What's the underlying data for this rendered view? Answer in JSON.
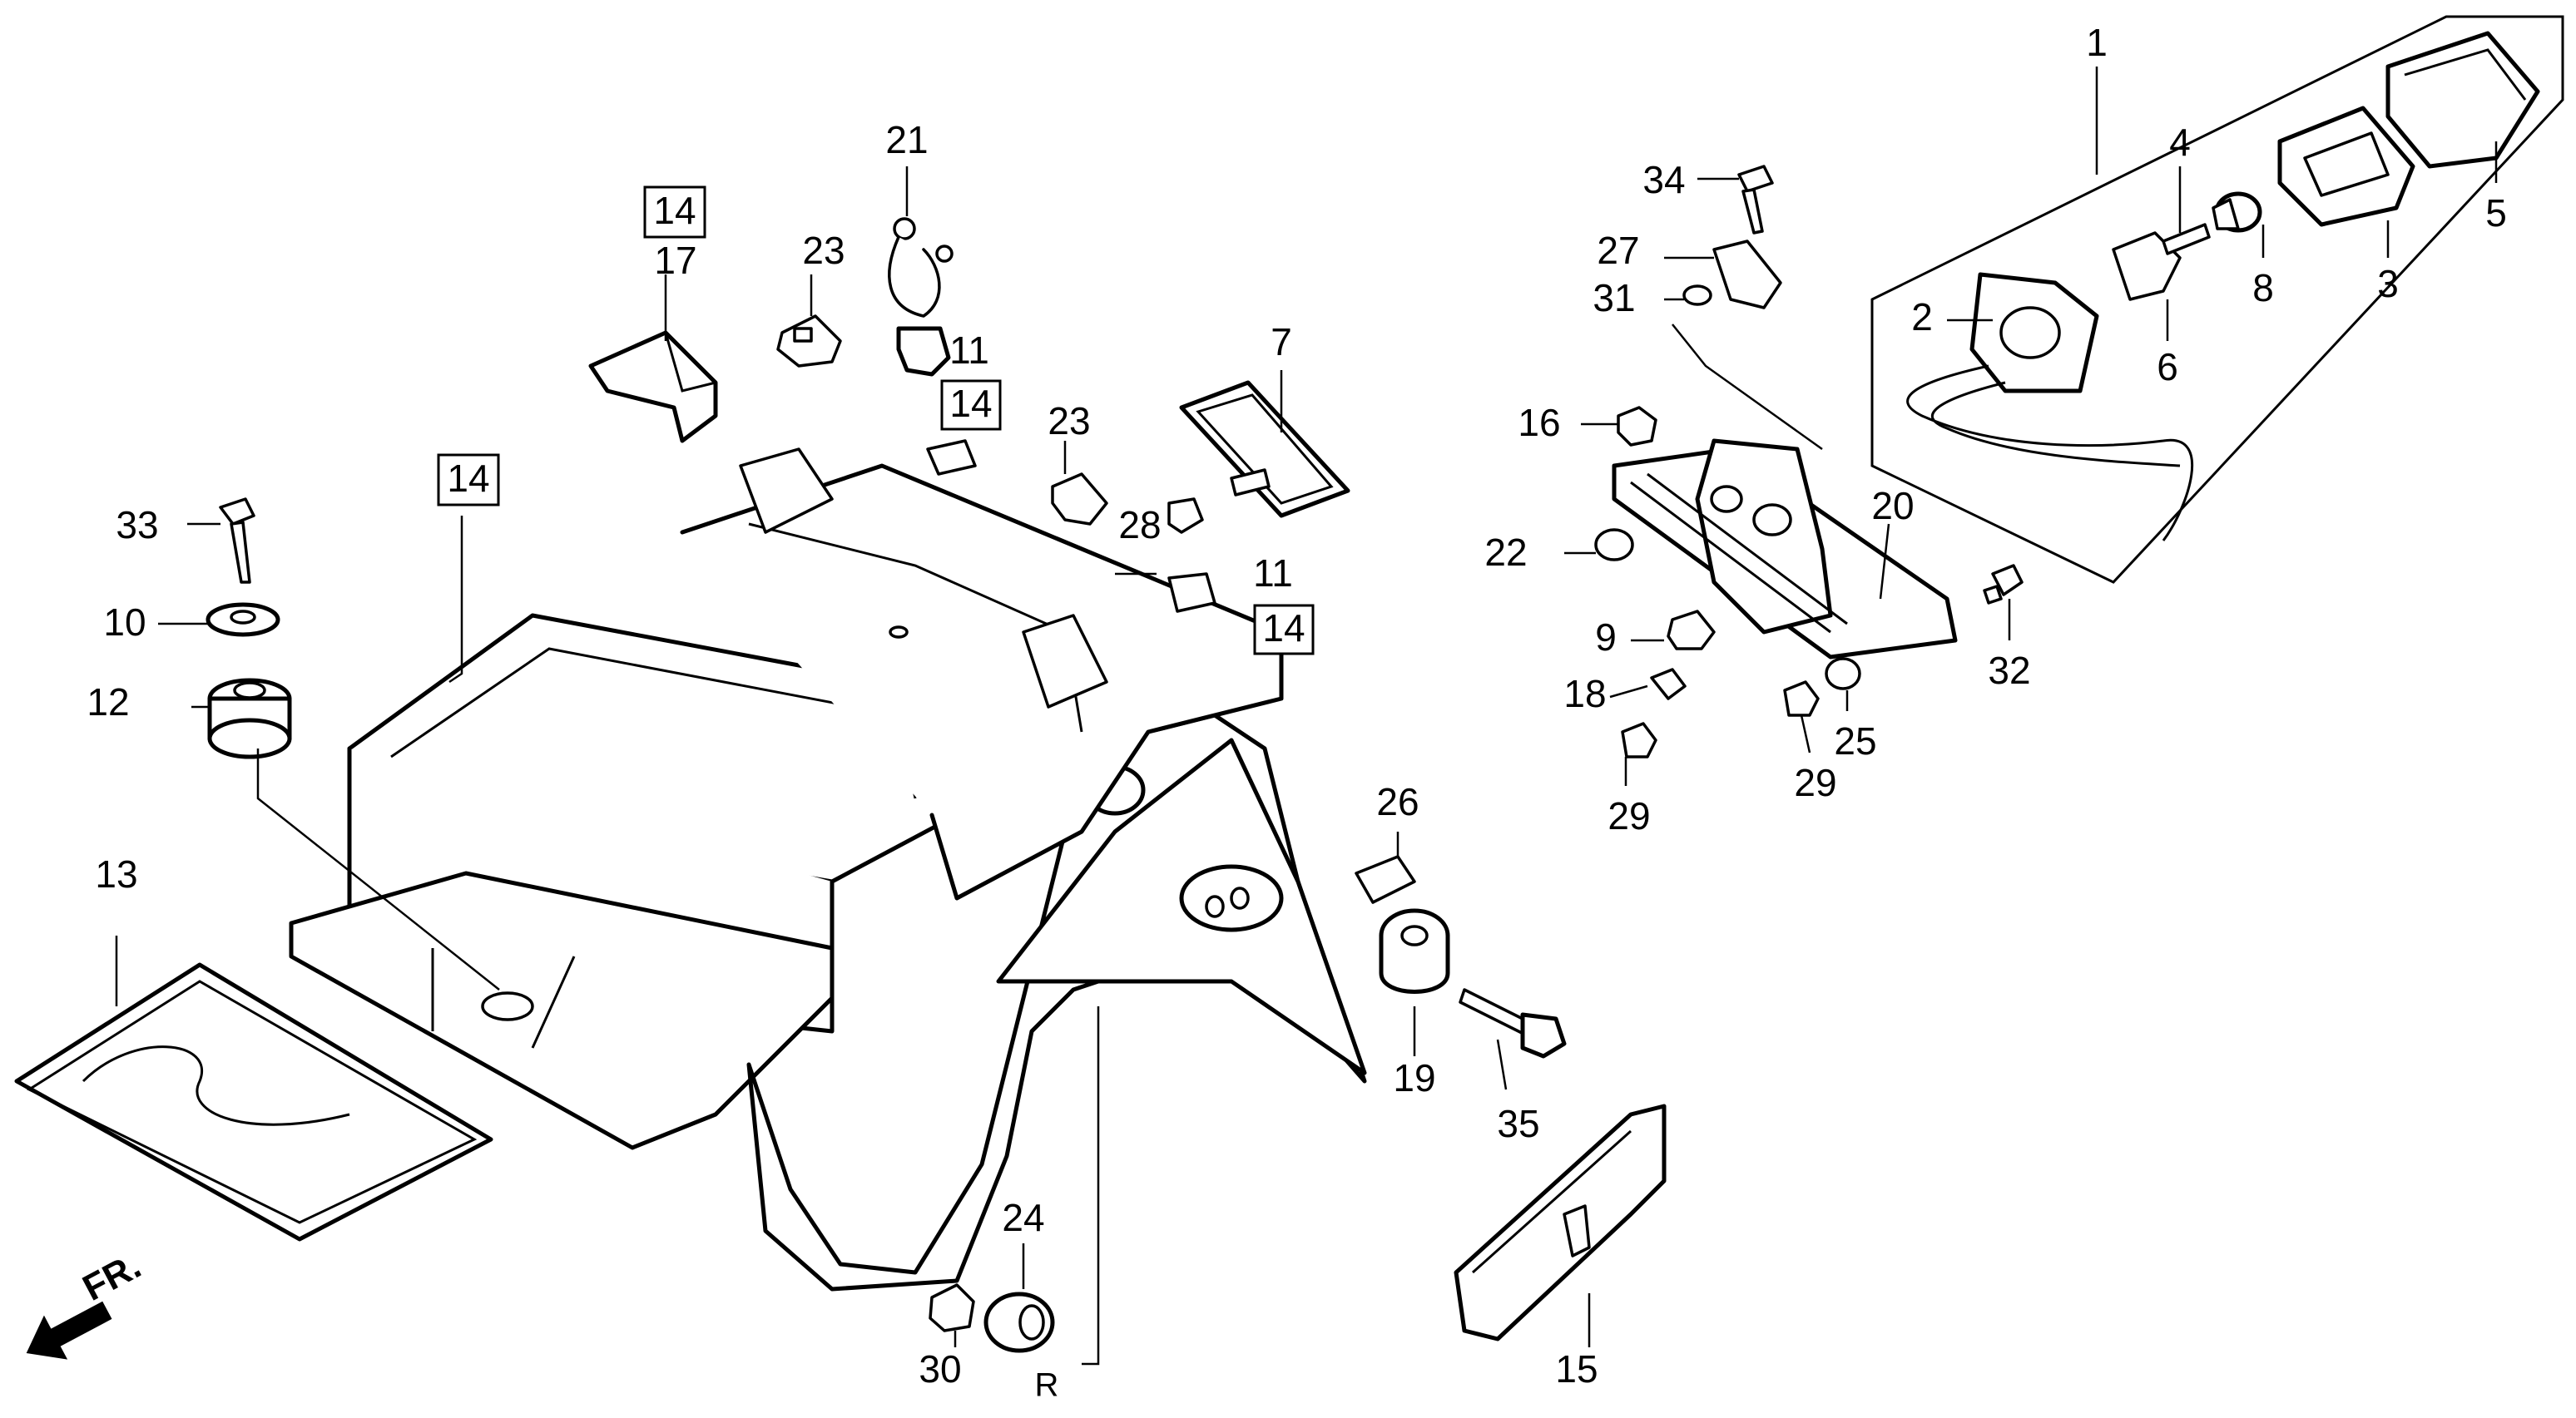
{
  "diagram": {
    "front_label": "FR.",
    "rear_label": "R",
    "callouts": {
      "c1": "1",
      "c2": "2",
      "c3": "3",
      "c4": "4",
      "c5": "5",
      "c6": "6",
      "c7": "7",
      "c8": "8",
      "c9": "9",
      "c10": "10",
      "c11a": "11",
      "c11b": "11",
      "c12": "12",
      "c13": "13",
      "c14a": "14",
      "c14b": "14",
      "c14c": "14",
      "c14d": "14",
      "c15": "15",
      "c16": "16",
      "c17": "17",
      "c18": "18",
      "c19": "19",
      "c20": "20",
      "c21": "21",
      "c22": "22",
      "c23a": "23",
      "c23b": "23",
      "c24": "24",
      "c25": "25",
      "c26": "26",
      "c27": "27",
      "c28": "28",
      "c29a": "29",
      "c29b": "29",
      "c30": "30",
      "c31": "31",
      "c32": "32",
      "c33": "33",
      "c34": "34",
      "c35": "35"
    }
  }
}
